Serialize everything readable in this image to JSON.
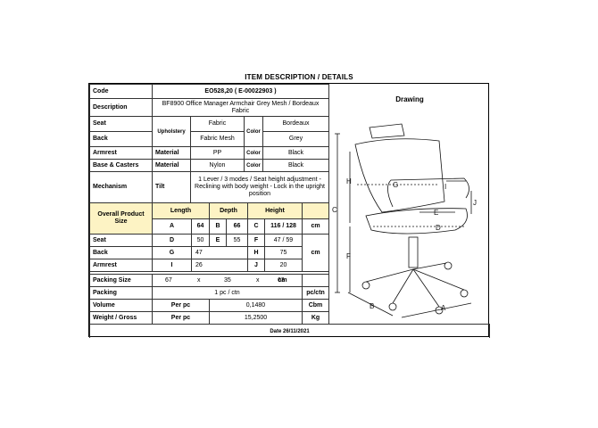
{
  "title": "ITEM DESCRIPTION / DETAILS",
  "code": {
    "label": "Code",
    "value": "EO528,20  ( E-00022903 )"
  },
  "description": {
    "label": "Description",
    "value": "BF8900 Office Manager Armchair Grey Mesh / Bordeaux Fabric"
  },
  "drawing_label": "Drawing",
  "seat": {
    "label": "Seat",
    "sub": "Upholstery",
    "material": "Fabric",
    "color_label": "Color",
    "color": "Bordeaux"
  },
  "back": {
    "label": "Back",
    "material": "Fabric Mesh",
    "color": "Grey"
  },
  "armrest": {
    "label": "Armrest",
    "sub": "Material",
    "material": "PP",
    "color_label": "Color",
    "color": "Black"
  },
  "base": {
    "label": "Base & Casters",
    "sub": "Material",
    "material": "Nylon",
    "color_label": "Color",
    "color": "Black"
  },
  "mechanism": {
    "label": "Mechanism",
    "sub": "Tilt",
    "value": "1 Lever / 3 modes / Seat height adjustment - Reclining with body weight - Lock in the upright position"
  },
  "overall": {
    "label": "Overall Product Size",
    "length_label": "Length",
    "depth_label": "Depth",
    "height_label": "Height",
    "a_label": "A",
    "a_value": "64",
    "b_label": "B",
    "b_value": "66",
    "c_label": "C",
    "c_value": "116 / 128",
    "unit": "cm"
  },
  "dims": {
    "seat": {
      "label": "Seat",
      "k1": "D",
      "v1": "50",
      "k2": "E",
      "v2": "55",
      "k3": "F",
      "v3": "47 / 59"
    },
    "back": {
      "label": "Back",
      "k1": "G",
      "v1": "47",
      "k3": "H",
      "v3": "75"
    },
    "armrest": {
      "label": "Armrest",
      "k1": "I",
      "v1": "26",
      "k3": "J",
      "v3": "20"
    },
    "unit": "cm"
  },
  "packing_size": {
    "label": "Packing Size",
    "v1": "67",
    "x1": "x",
    "v2": "35",
    "x2": "x",
    "v3": "63",
    "unit": "cm"
  },
  "packing": {
    "label": "Packing",
    "value": "1 pc / ctn",
    "unit": "pc/ctn"
  },
  "volume": {
    "label": "Volume",
    "sub": "Per pc",
    "value": "0,1480",
    "unit": "Cbm"
  },
  "weight": {
    "label": "Weight / Gross",
    "sub": "Per pc",
    "value": "15,2500",
    "unit": "Kg"
  },
  "date": "Date 26/11/2021",
  "drawing_letters": {
    "A": "A",
    "B": "B",
    "C": "C",
    "D": "D",
    "E": "E",
    "F": "F",
    "G": "G",
    "H": "H",
    "I": "I",
    "J": "J"
  }
}
